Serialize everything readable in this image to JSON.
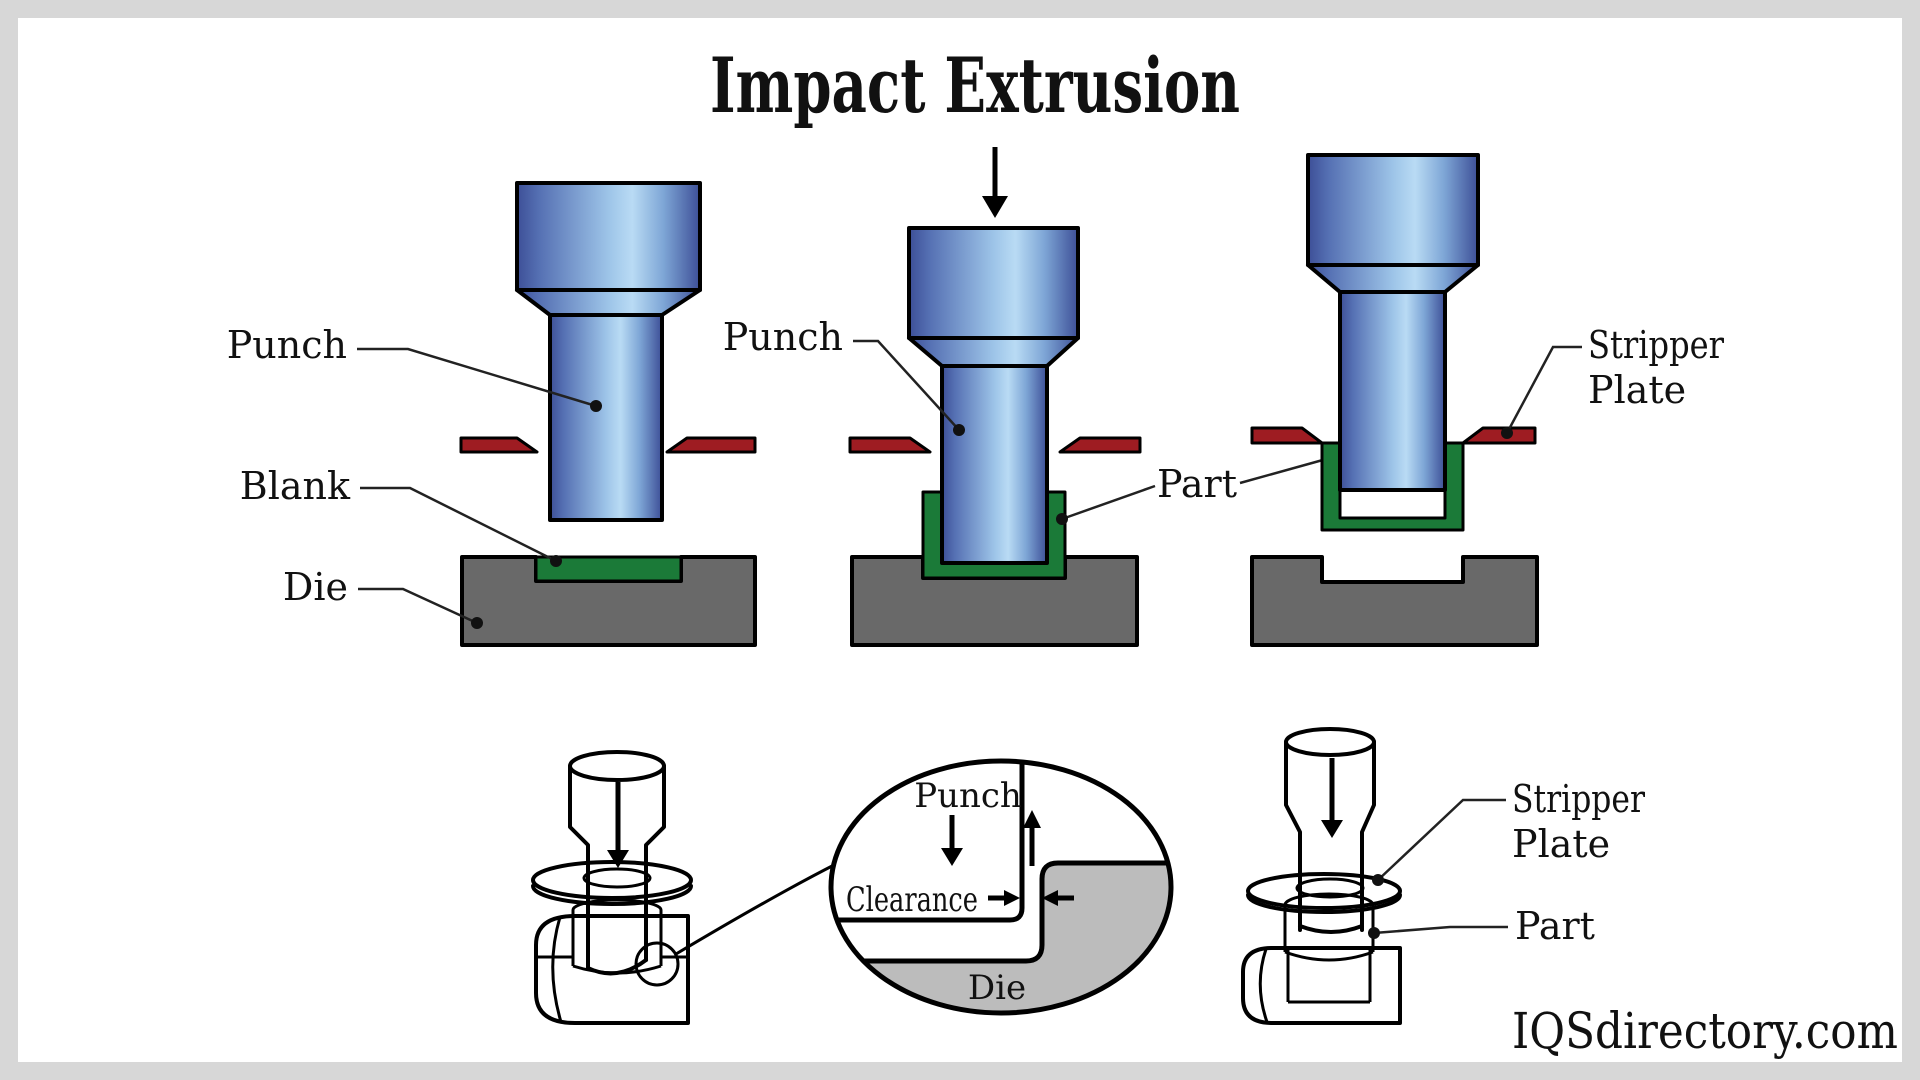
{
  "title": "Impact Extrusion",
  "watermark": "IQSdirectory.com",
  "colors": {
    "frame": "#d7d7d7",
    "canvas": "#ffffff",
    "punch_dark": "#3d4f97",
    "punch_light": "#b9dbf4",
    "stripper_red": "#9e1c22",
    "workpiece_green": "#1b7a38",
    "die_gray": "#696969",
    "detail_die_gray": "#bcbcbc",
    "outline": "#000000"
  },
  "stage1": {
    "punch_label": "Punch",
    "blank_label": "Blank",
    "die_label": "Die"
  },
  "stage2": {
    "punch_label": "Punch",
    "part_label": "Part"
  },
  "stage3": {
    "stripper_plate_line1": "Stripper",
    "stripper_plate_line2": "Plate"
  },
  "detail_view": {
    "punch_label": "Punch",
    "clearance_label": "Clearance",
    "die_label": "Die"
  },
  "sketch": {
    "stripper_plate_line1": "Stripper",
    "stripper_plate_line2": "Plate",
    "part_label": "Part"
  }
}
